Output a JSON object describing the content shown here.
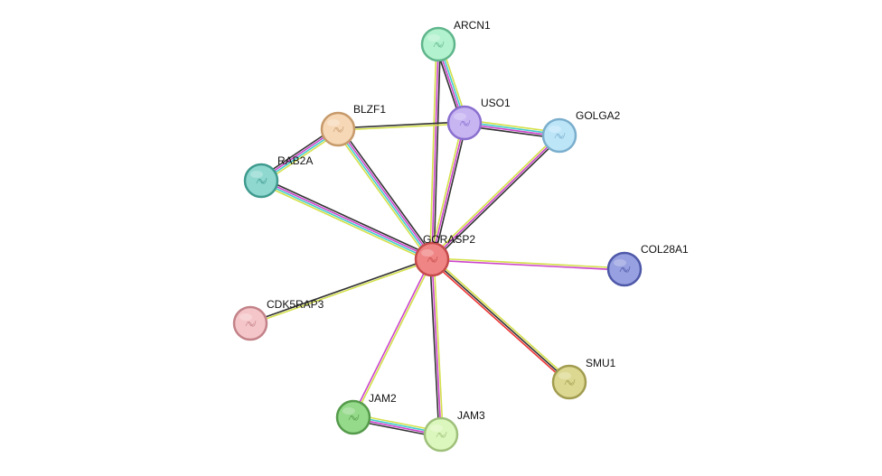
{
  "nodes": [
    {
      "id": "GORASP2",
      "label": "GORASP2",
      "fill": "#f08585",
      "stroke": "#c64a4a"
    },
    {
      "id": "ARCN1",
      "label": "ARCN1",
      "fill": "#b3f2cf",
      "stroke": "#5fb58b"
    },
    {
      "id": "USO1",
      "label": "USO1",
      "fill": "#c7b5f2",
      "stroke": "#8a6fcf"
    },
    {
      "id": "GOLGA2",
      "label": "GOLGA2",
      "fill": "#bde5f8",
      "stroke": "#7aaecc"
    },
    {
      "id": "BLZF1",
      "label": "BLZF1",
      "fill": "#f6d8b7",
      "stroke": "#c79a6a"
    },
    {
      "id": "RAB2A",
      "label": "RAB2A",
      "fill": "#8fd8d0",
      "stroke": "#3f9a8e"
    },
    {
      "id": "COL28A1",
      "label": "COL28A1",
      "fill": "#97a0e0",
      "stroke": "#4e58a8"
    },
    {
      "id": "CDK5RAP3",
      "label": "CDK5RAP3",
      "fill": "#f5c6c9",
      "stroke": "#c28288"
    },
    {
      "id": "SMU1",
      "label": "SMU1",
      "fill": "#dcd891",
      "stroke": "#a19c4f"
    },
    {
      "id": "JAM2",
      "label": "JAM2",
      "fill": "#95d98a",
      "stroke": "#559a4b"
    },
    {
      "id": "JAM3",
      "label": "JAM3",
      "fill": "#dcf7bd",
      "stroke": "#9ec07a"
    }
  ],
  "edges": [
    {
      "source": "GORASP2",
      "target": "ARCN1",
      "colors": [
        "#d4e04a",
        "#cc44cc",
        "#333333"
      ]
    },
    {
      "source": "GORASP2",
      "target": "USO1",
      "colors": [
        "#d4e04a",
        "#cc44cc",
        "#333333"
      ]
    },
    {
      "source": "GORASP2",
      "target": "GOLGA2",
      "colors": [
        "#d4e04a",
        "#cc44cc",
        "#333333"
      ]
    },
    {
      "source": "GORASP2",
      "target": "BLZF1",
      "colors": [
        "#d4e04a",
        "#44cccc",
        "#cc44cc",
        "#333333"
      ]
    },
    {
      "source": "GORASP2",
      "target": "RAB2A",
      "colors": [
        "#d4e04a",
        "#44cccc",
        "#cc44cc",
        "#333333"
      ]
    },
    {
      "source": "GORASP2",
      "target": "COL28A1",
      "colors": [
        "#d4e04a",
        "#cc44cc"
      ]
    },
    {
      "source": "GORASP2",
      "target": "CDK5RAP3",
      "colors": [
        "#d4e04a",
        "#333333"
      ]
    },
    {
      "source": "GORASP2",
      "target": "SMU1",
      "colors": [
        "#d4e04a",
        "#333333",
        "#ee3333"
      ]
    },
    {
      "source": "GORASP2",
      "target": "JAM2",
      "colors": [
        "#d4e04a",
        "#cc44cc"
      ]
    },
    {
      "source": "GORASP2",
      "target": "JAM3",
      "colors": [
        "#d4e04a",
        "#cc44cc",
        "#333333"
      ]
    },
    {
      "source": "ARCN1",
      "target": "USO1",
      "colors": [
        "#d4e04a",
        "#44cccc",
        "#cc44cc",
        "#333333"
      ]
    },
    {
      "source": "USO1",
      "target": "GOLGA2",
      "colors": [
        "#d4e04a",
        "#44cccc",
        "#cc44cc",
        "#333333"
      ]
    },
    {
      "source": "USO1",
      "target": "BLZF1",
      "colors": [
        "#d4e04a",
        "#333333"
      ]
    },
    {
      "source": "BLZF1",
      "target": "RAB2A",
      "colors": [
        "#d4e04a",
        "#44cccc",
        "#cc44cc",
        "#333333"
      ]
    },
    {
      "source": "JAM2",
      "target": "JAM3",
      "colors": [
        "#d4e04a",
        "#44cccc",
        "#cc44cc",
        "#333333"
      ]
    }
  ]
}
